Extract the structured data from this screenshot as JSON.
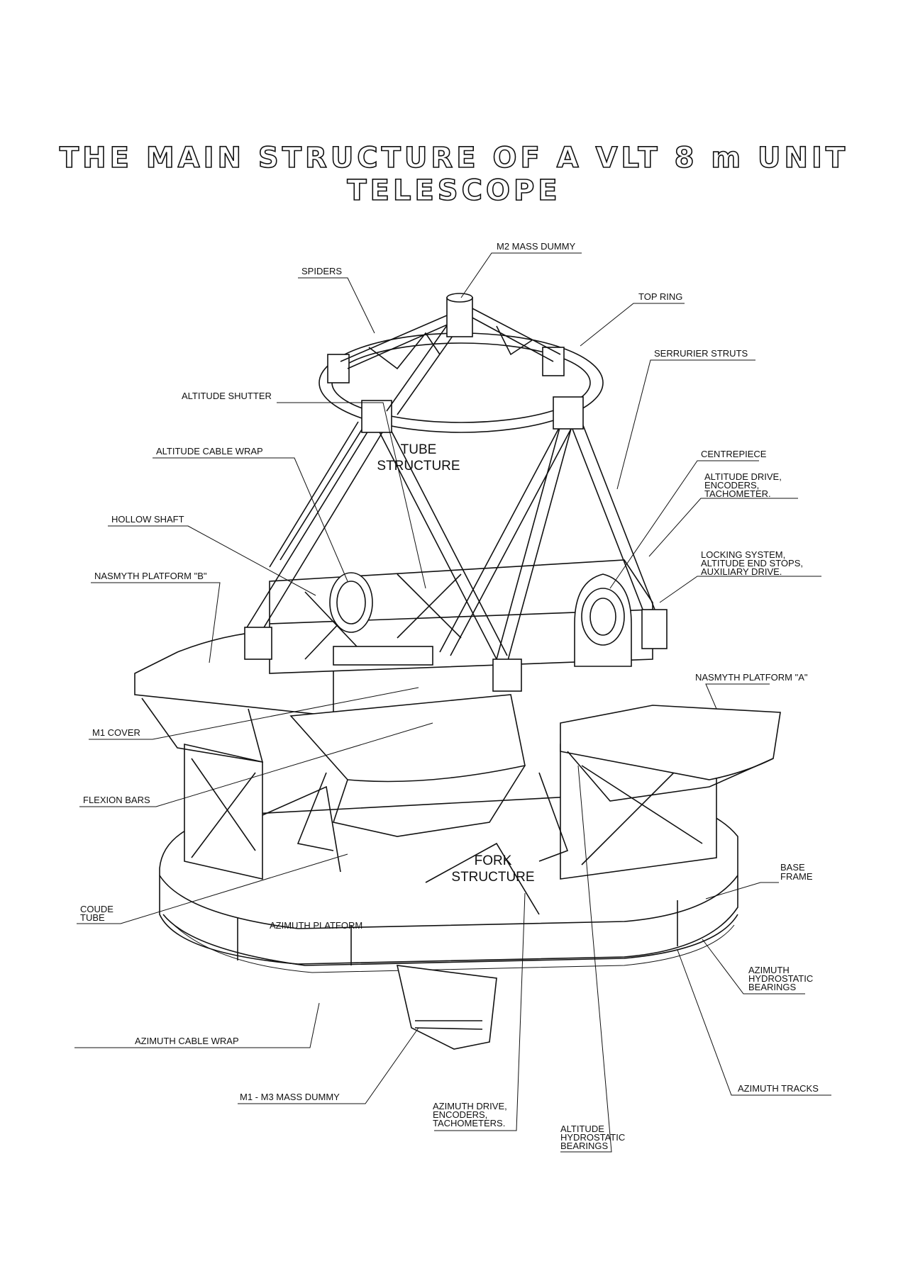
{
  "title": "THE MAIN STRUCTURE OF A VLT  8 m UNIT TELESCOPE",
  "structure_labels": {
    "tube": [
      "TUBE",
      "STRUCTURE"
    ],
    "fork": [
      "FORK",
      "STRUCTURE"
    ],
    "azimuth_platform": "AZIMUTH PLATFORM"
  },
  "callouts": [
    {
      "id": "m2-mass-dummy",
      "lines": [
        "M2 MASS DUMMY"
      ]
    },
    {
      "id": "spiders",
      "lines": [
        "SPIDERS"
      ]
    },
    {
      "id": "top-ring",
      "lines": [
        "TOP RING"
      ]
    },
    {
      "id": "serrurier-struts",
      "lines": [
        "SERRURIER STRUTS"
      ]
    },
    {
      "id": "altitude-shutter",
      "lines": [
        "ALTITUDE SHUTTER"
      ]
    },
    {
      "id": "altitude-cable-wrap",
      "lines": [
        "ALTITUDE CABLE WRAP"
      ]
    },
    {
      "id": "centrepiece",
      "lines": [
        "CENTREPIECE"
      ]
    },
    {
      "id": "hollow-shaft",
      "lines": [
        "HOLLOW SHAFT"
      ]
    },
    {
      "id": "altitude-drive",
      "lines": [
        "ALTITUDE DRIVE,",
        "ENCODERS,",
        "TACHOMETER."
      ]
    },
    {
      "id": "nasmyth-platform-b",
      "lines": [
        "NASMYTH PLATFORM \"B\""
      ]
    },
    {
      "id": "locking-system",
      "lines": [
        "LOCKING SYSTEM,",
        "ALTITUDE END STOPS,",
        "AUXILIARY DRIVE."
      ]
    },
    {
      "id": "nasmyth-platform-a",
      "lines": [
        "NASMYTH PLATFORM \"A\""
      ]
    },
    {
      "id": "m1-cover",
      "lines": [
        "M1 COVER"
      ]
    },
    {
      "id": "flexion-bars",
      "lines": [
        "FLEXION BARS"
      ]
    },
    {
      "id": "base-frame",
      "lines": [
        "BASE",
        "FRAME"
      ]
    },
    {
      "id": "coude-tube",
      "lines": [
        "COUDE",
        "TUBE"
      ]
    },
    {
      "id": "azimuth-hydrostatic-bearings",
      "lines": [
        "AZIMUTH",
        "HYDROSTATIC",
        "BEARINGS"
      ]
    },
    {
      "id": "azimuth-cable-wrap",
      "lines": [
        "AZIMUTH CABLE WRAP"
      ]
    },
    {
      "id": "azimuth-tracks",
      "lines": [
        "AZIMUTH TRACKS"
      ]
    },
    {
      "id": "m1-m3-mass-dummy",
      "lines": [
        "M1 - M3 MASS DUMMY"
      ]
    },
    {
      "id": "azimuth-drive",
      "lines": [
        "AZIMUTH DRIVE,",
        "ENCODERS,",
        "TACHOMETERS."
      ]
    },
    {
      "id": "altitude-hydrostatic-bearings",
      "lines": [
        "ALTITUDE",
        "HYDROSTATIC",
        "BEARINGS"
      ]
    }
  ]
}
